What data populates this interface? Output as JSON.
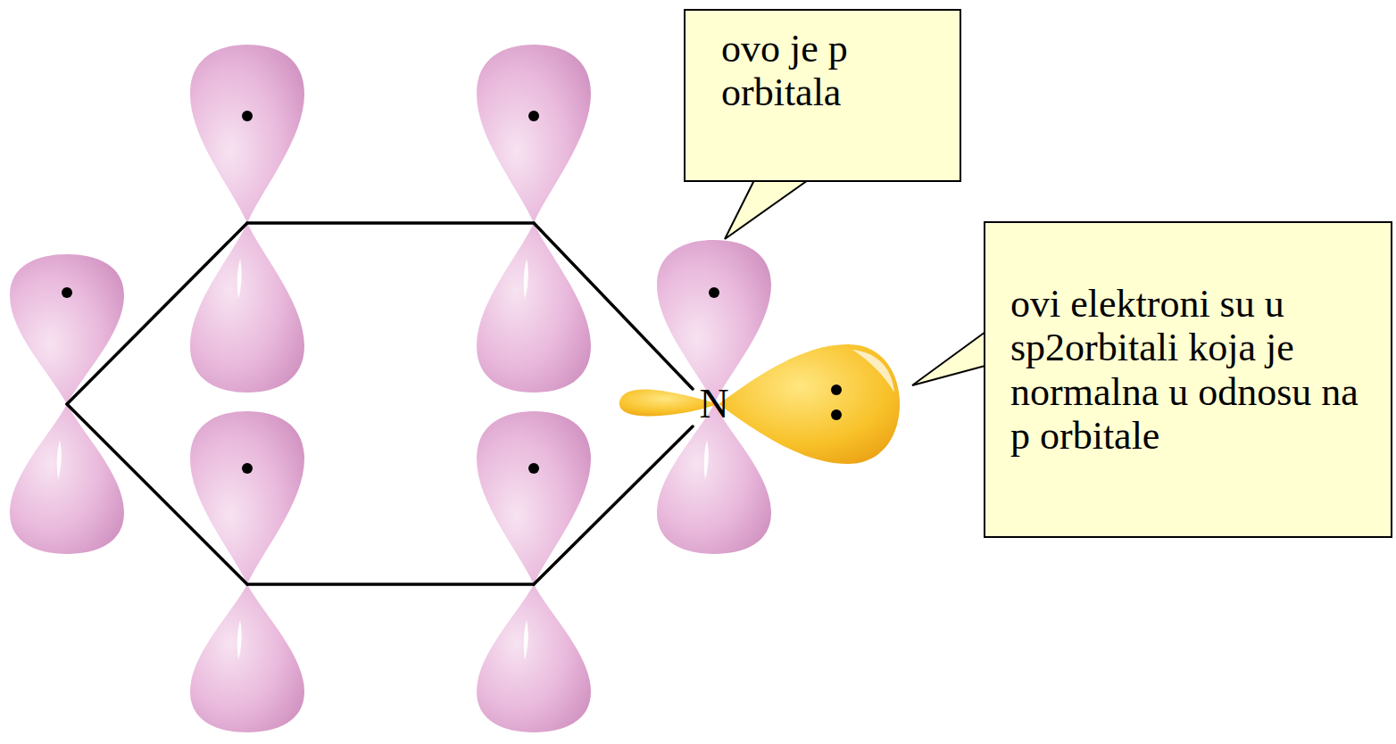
{
  "diagram": {
    "nodes": [
      {
        "text": [
          "ovo je p orbitala"
        ]
      },
      {
        "text": [
          "ovi elektroni su u sp2orbitali koja je normalna u odnosu na p orbitale"
        ]
      }
    ],
    "labels": [
      "N"
    ]
  }
}
